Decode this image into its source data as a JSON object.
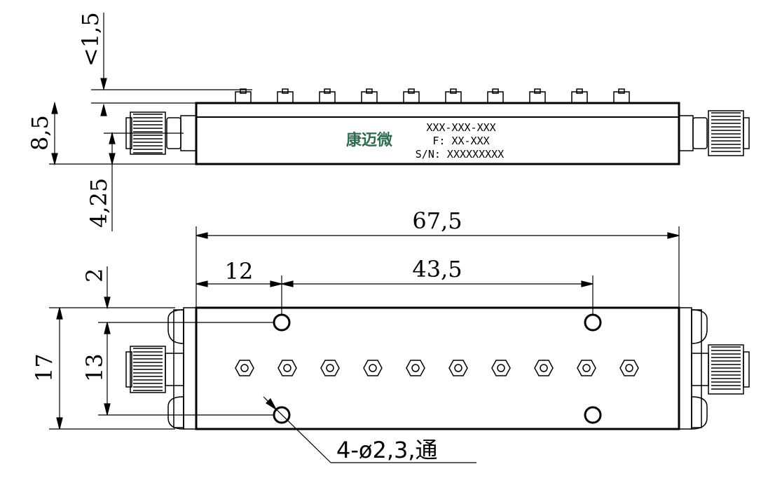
{
  "top_view": {
    "logo_text": "康迈微",
    "part_number": "XXX-XXX-XXX",
    "frequency": "F: XX-XXX",
    "serial_number": "S/N: XXXXXXXXX"
  },
  "dimensions": {
    "tuning_height": "<1,5",
    "body_height": "8,5",
    "connector_center": "4,25",
    "overall_length": "67,5",
    "hole_offset": "12",
    "hole_spacing_x": "43,5",
    "edge_to_hole": "2",
    "overall_width": "17",
    "hole_spacing_y": "13"
  },
  "hole_note": "4-ø2,3,通",
  "colors": {
    "line": "#000000",
    "logo": "#2f6b4f"
  }
}
